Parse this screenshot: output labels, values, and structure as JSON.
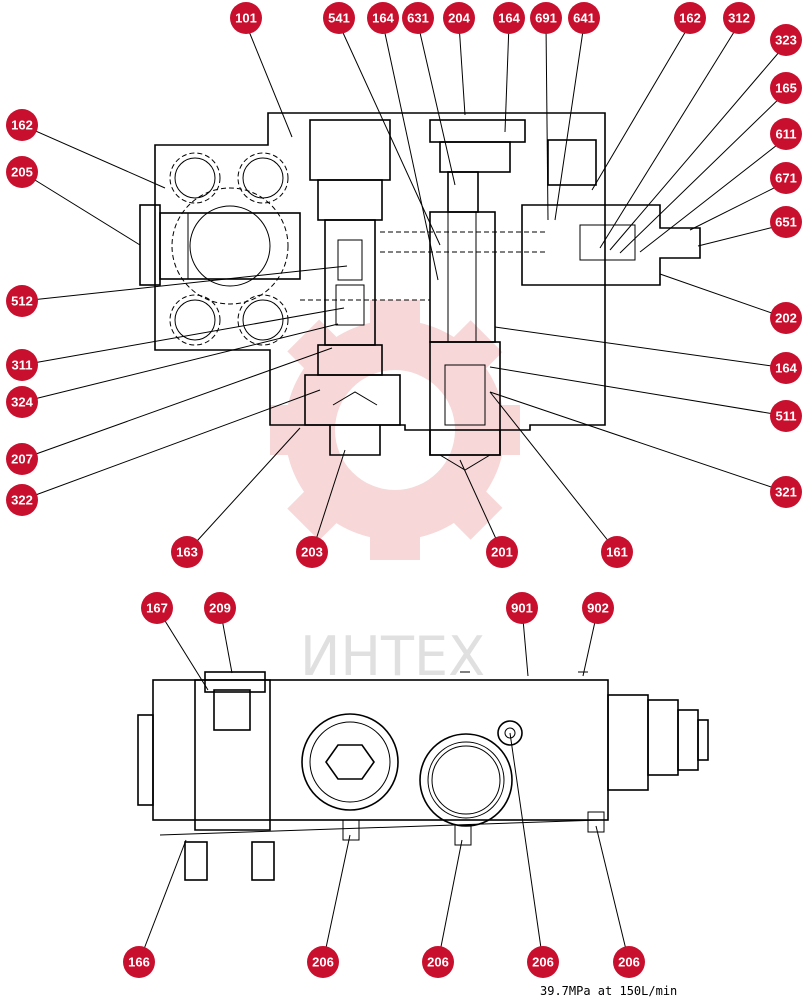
{
  "watermark": {
    "text": "ИНТЕХ",
    "color": "#f2b7b7"
  },
  "caption": "39.7MPa at 150L/min",
  "callout_color": "#c8102e",
  "callouts": {
    "c101": "101",
    "c541": "541",
    "c164a": "164",
    "c631": "631",
    "c204": "204",
    "c164b": "164",
    "c691": "691",
    "c641": "641",
    "c162a": "162",
    "c312": "312",
    "c323": "323",
    "c165": "165",
    "c611": "611",
    "c671": "671",
    "c651": "651",
    "c202": "202",
    "c164c": "164",
    "c511": "511",
    "c321": "321",
    "c161": "161",
    "c201": "201",
    "c203": "203",
    "c163": "163",
    "c322": "322",
    "c207": "207",
    "c324": "324",
    "c311": "311",
    "c512": "512",
    "c205": "205",
    "c162b": "162",
    "c167": "167",
    "c209": "209",
    "c901": "901",
    "c902": "902",
    "c166": "166",
    "c206a": "206",
    "c206b": "206",
    "c206c": "206",
    "c206d": "206"
  }
}
